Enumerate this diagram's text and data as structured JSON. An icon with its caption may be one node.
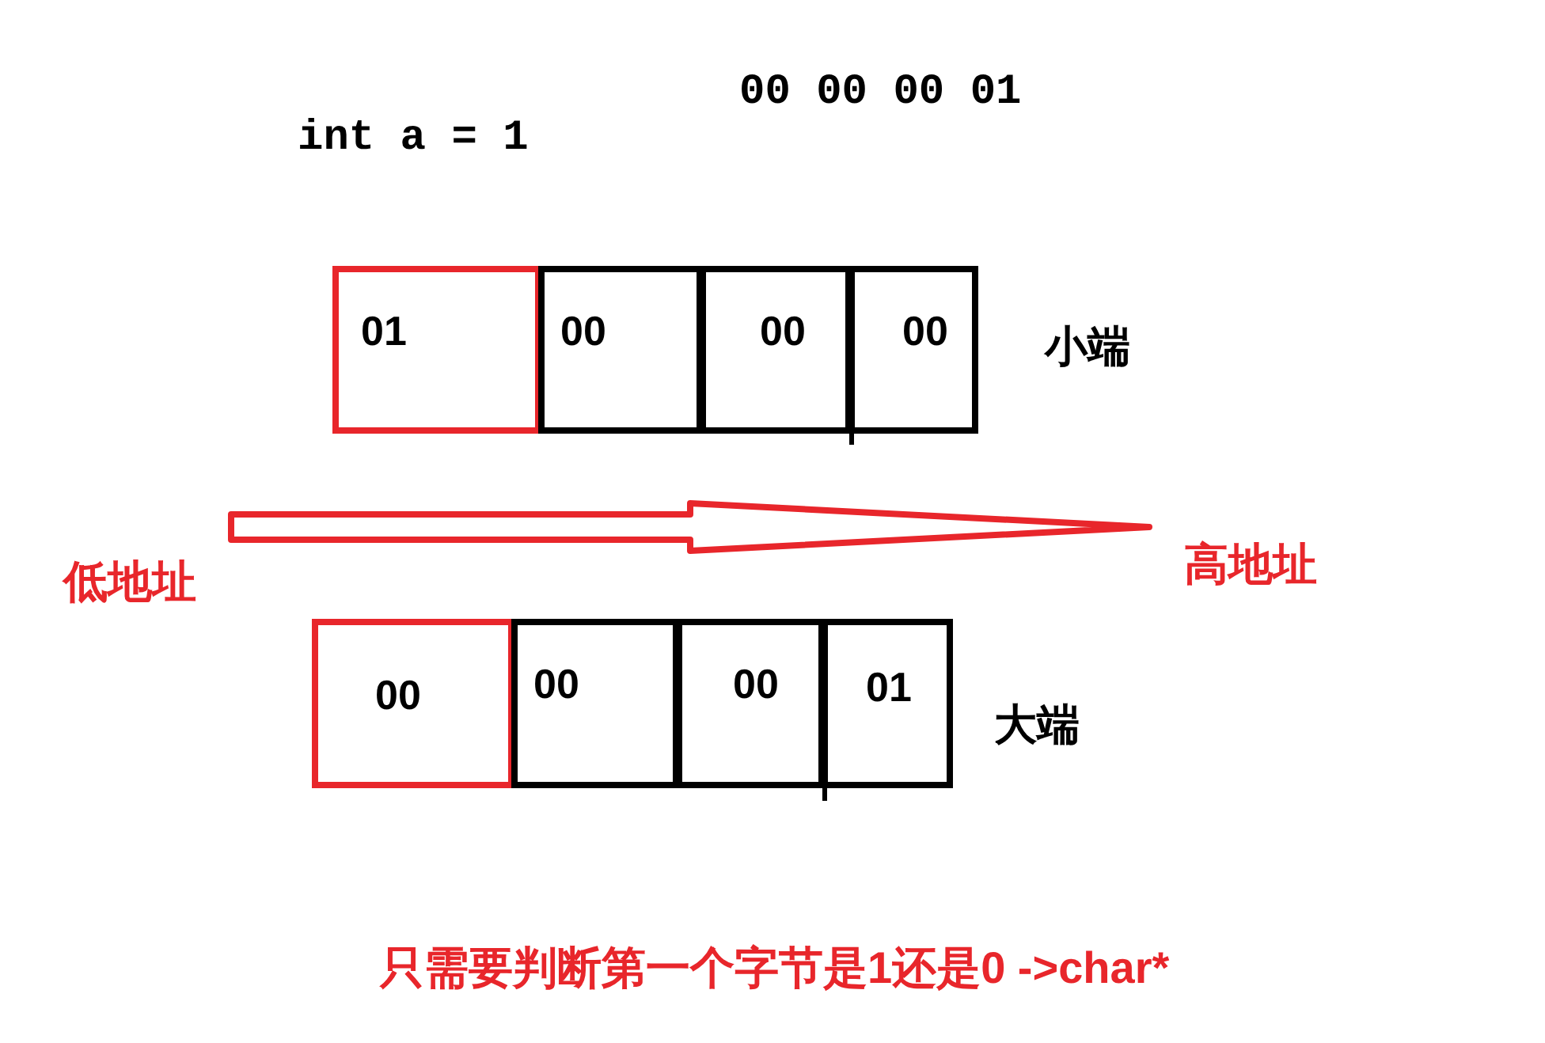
{
  "diagram": {
    "nodes": [
      {
        "text": [
          "01"
        ]
      },
      {
        "text": [
          "00"
        ]
      },
      {
        "text": [
          "00"
        ]
      },
      {
        "text": [
          "00"
        ]
      },
      {
        "text": [
          "低地址"
        ]
      },
      {
        "text": [
          "高地址"
        ]
      },
      {
        "text": [
          "00"
        ]
      },
      {
        "text": [
          "00"
        ]
      },
      {
        "text": [
          "00"
        ]
      },
      {
        "text": [
          "01"
        ]
      }
    ],
    "edges": [
      {
        "from": 4,
        "to": 5,
        "arrow": "to",
        "color": "#e8262b"
      }
    ],
    "labels": [
      "00 00 00 01",
      "int a = 1",
      "小端",
      "大端",
      "只需要判断第一个字节是1还是0 ->char*"
    ]
  }
}
